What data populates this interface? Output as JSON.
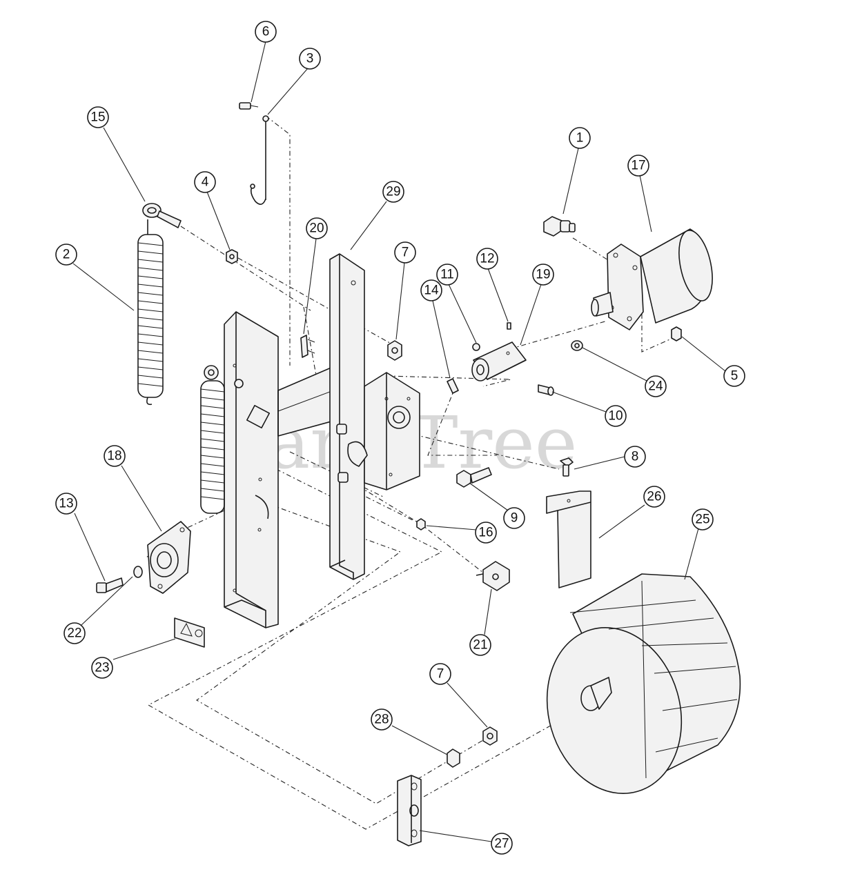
{
  "watermark": "PartsTree",
  "callouts": [
    {
      "label": "6"
    },
    {
      "label": "3"
    },
    {
      "label": "15"
    },
    {
      "label": "4"
    },
    {
      "label": "2"
    },
    {
      "label": "20"
    },
    {
      "label": "29"
    },
    {
      "label": "7"
    },
    {
      "label": "1"
    },
    {
      "label": "17"
    },
    {
      "label": "11"
    },
    {
      "label": "12"
    },
    {
      "label": "19"
    },
    {
      "label": "14"
    },
    {
      "label": "24"
    },
    {
      "label": "5"
    },
    {
      "label": "10"
    },
    {
      "label": "8"
    },
    {
      "label": "18"
    },
    {
      "label": "13"
    },
    {
      "label": "9"
    },
    {
      "label": "26"
    },
    {
      "label": "25"
    },
    {
      "label": "16"
    },
    {
      "label": "22"
    },
    {
      "label": "21"
    },
    {
      "label": "23"
    },
    {
      "label": "7"
    },
    {
      "label": "28"
    },
    {
      "label": "27"
    }
  ]
}
